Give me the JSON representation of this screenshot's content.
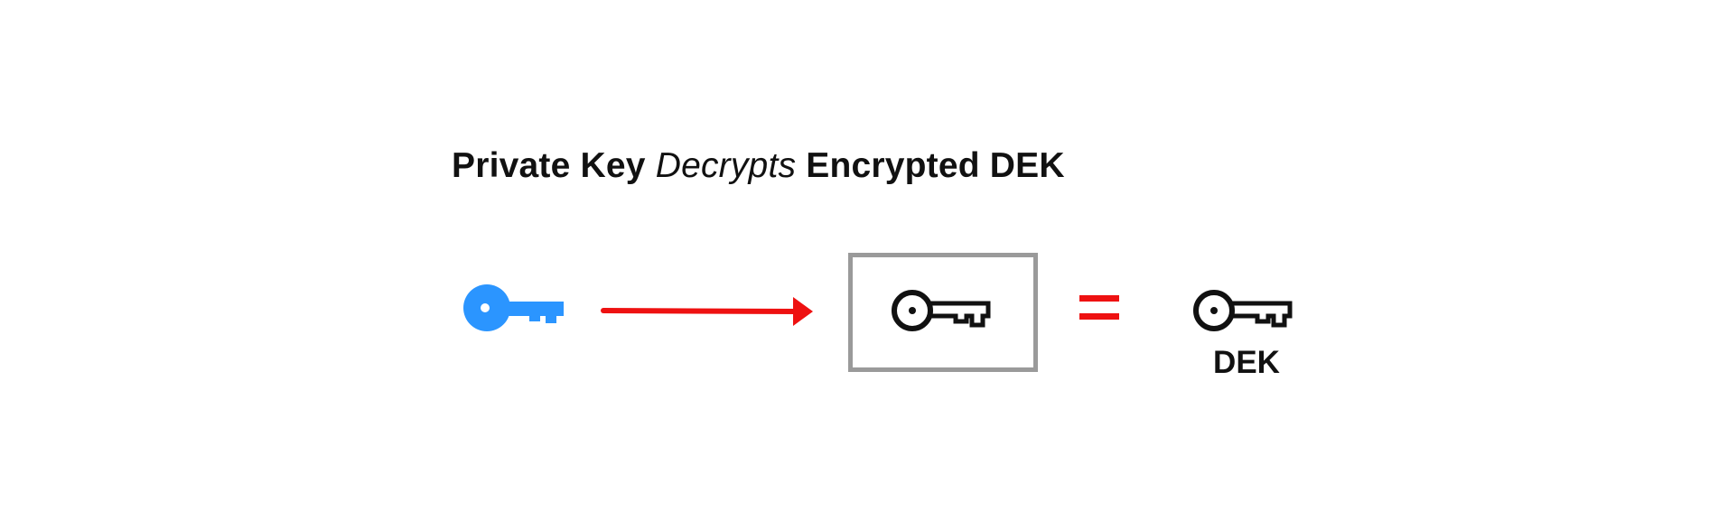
{
  "title": {
    "part1": "Private Key",
    "part2": "Decrypts",
    "part3": "Encrypted DEK"
  },
  "dek_label": "DEK",
  "colors": {
    "private_key": "#2b95ff",
    "arrow": "#ee1111",
    "equals": "#ee1111",
    "box_border": "#9a9a9a",
    "key_outline": "#111111"
  },
  "icons": {
    "private_key": "key-icon",
    "encrypted_key": "key-outline-icon",
    "result_key": "key-outline-icon",
    "arrow": "right-arrow-icon",
    "equals": "equals-sign-icon"
  }
}
